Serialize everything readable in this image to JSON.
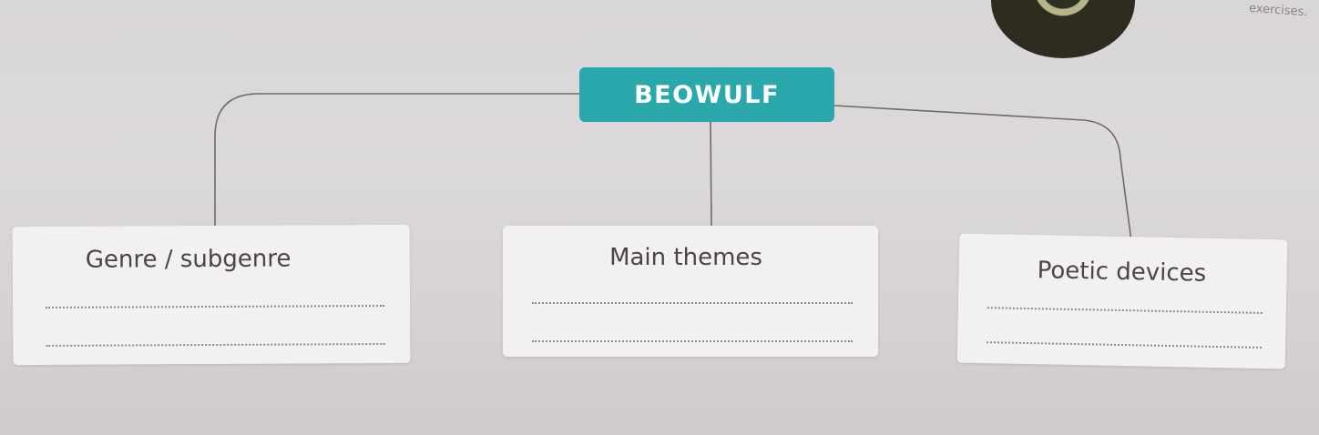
{
  "corner_text": "exercises.",
  "diagram": {
    "title": "BEOWULF",
    "branches": [
      {
        "label": "Genre / subgenre"
      },
      {
        "label": "Main themes"
      },
      {
        "label": "Poetic devices"
      }
    ]
  },
  "colors": {
    "title_box": "#2aa8ab",
    "title_text": "#ffffff",
    "card_bg": "#f2f0f1",
    "card_text": "#4a4547",
    "connector": "#6f6a6d"
  }
}
